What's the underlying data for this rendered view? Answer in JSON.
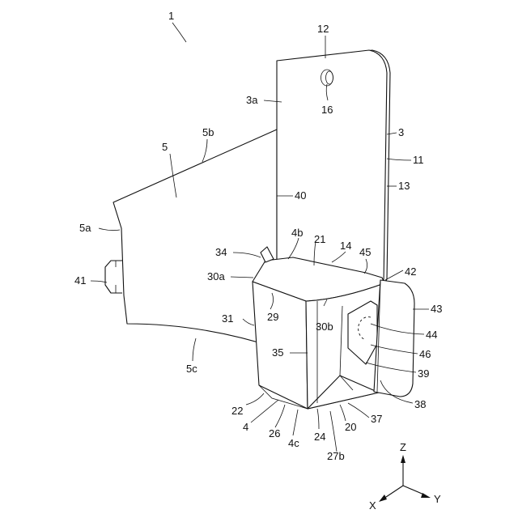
{
  "figure": {
    "labels": {
      "main": "1",
      "l3": "3",
      "l3a": "3a",
      "l4": "4",
      "l4b": "4b",
      "l4c": "4c",
      "l5": "5",
      "l5a": "5a",
      "l5b": "5b",
      "l5c": "5c",
      "l11": "11",
      "l12": "12",
      "l13": "13",
      "l14": "14",
      "l16": "16",
      "l20": "20",
      "l21": "21",
      "l22": "22",
      "l24": "24",
      "l26": "26",
      "l27b": "27b",
      "l29": "29",
      "l30a": "30a",
      "l30b": "30b",
      "l31": "31",
      "l34": "34",
      "l35": "35",
      "l37": "37",
      "l38": "38",
      "l39": "39",
      "l40": "40",
      "l41": "41",
      "l42": "42",
      "l43": "43",
      "l44": "44",
      "l45": "45",
      "l46": "46"
    },
    "axes": {
      "z": "Z",
      "x": "X",
      "y": "Y"
    }
  }
}
